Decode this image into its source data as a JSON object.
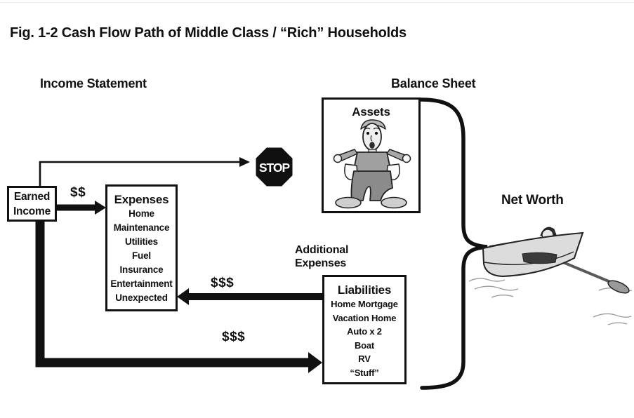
{
  "title": "Fig. 1-2 Cash Flow Path of Middle Class / “Rich” Households",
  "sections": {
    "income_statement": "Income Statement",
    "balance_sheet": "Balance Sheet"
  },
  "earned_income": "Earned Income",
  "stop_sign": "STOP",
  "assets": {
    "title": "Assets"
  },
  "expenses": {
    "title": "Expenses",
    "items": [
      "Home",
      "Maintenance",
      "Utilities",
      "Fuel",
      "Insurance",
      "Entertainment",
      "Unexpected"
    ]
  },
  "additional_expenses": "Additional Expenses",
  "liabilities": {
    "title": "Liabilities",
    "items": [
      "Home Mortgage",
      "Vacation Home",
      "Auto x 2",
      "Boat",
      "RV",
      "“Stuff”"
    ]
  },
  "net_worth": "Net Worth",
  "flows": {
    "earned_to_expenses": "$$",
    "liabilities_to_expenses": "$$$",
    "earned_to_liabilities": "$$$"
  },
  "colors": {
    "ink": "#111111",
    "stop_fill": "#101010",
    "cartoon_shirt": "#a0a0a0",
    "cartoon_pants": "#8b8b8b",
    "boat_interior": "#4f4f4f",
    "boat_hull": "#dcdcdc"
  }
}
